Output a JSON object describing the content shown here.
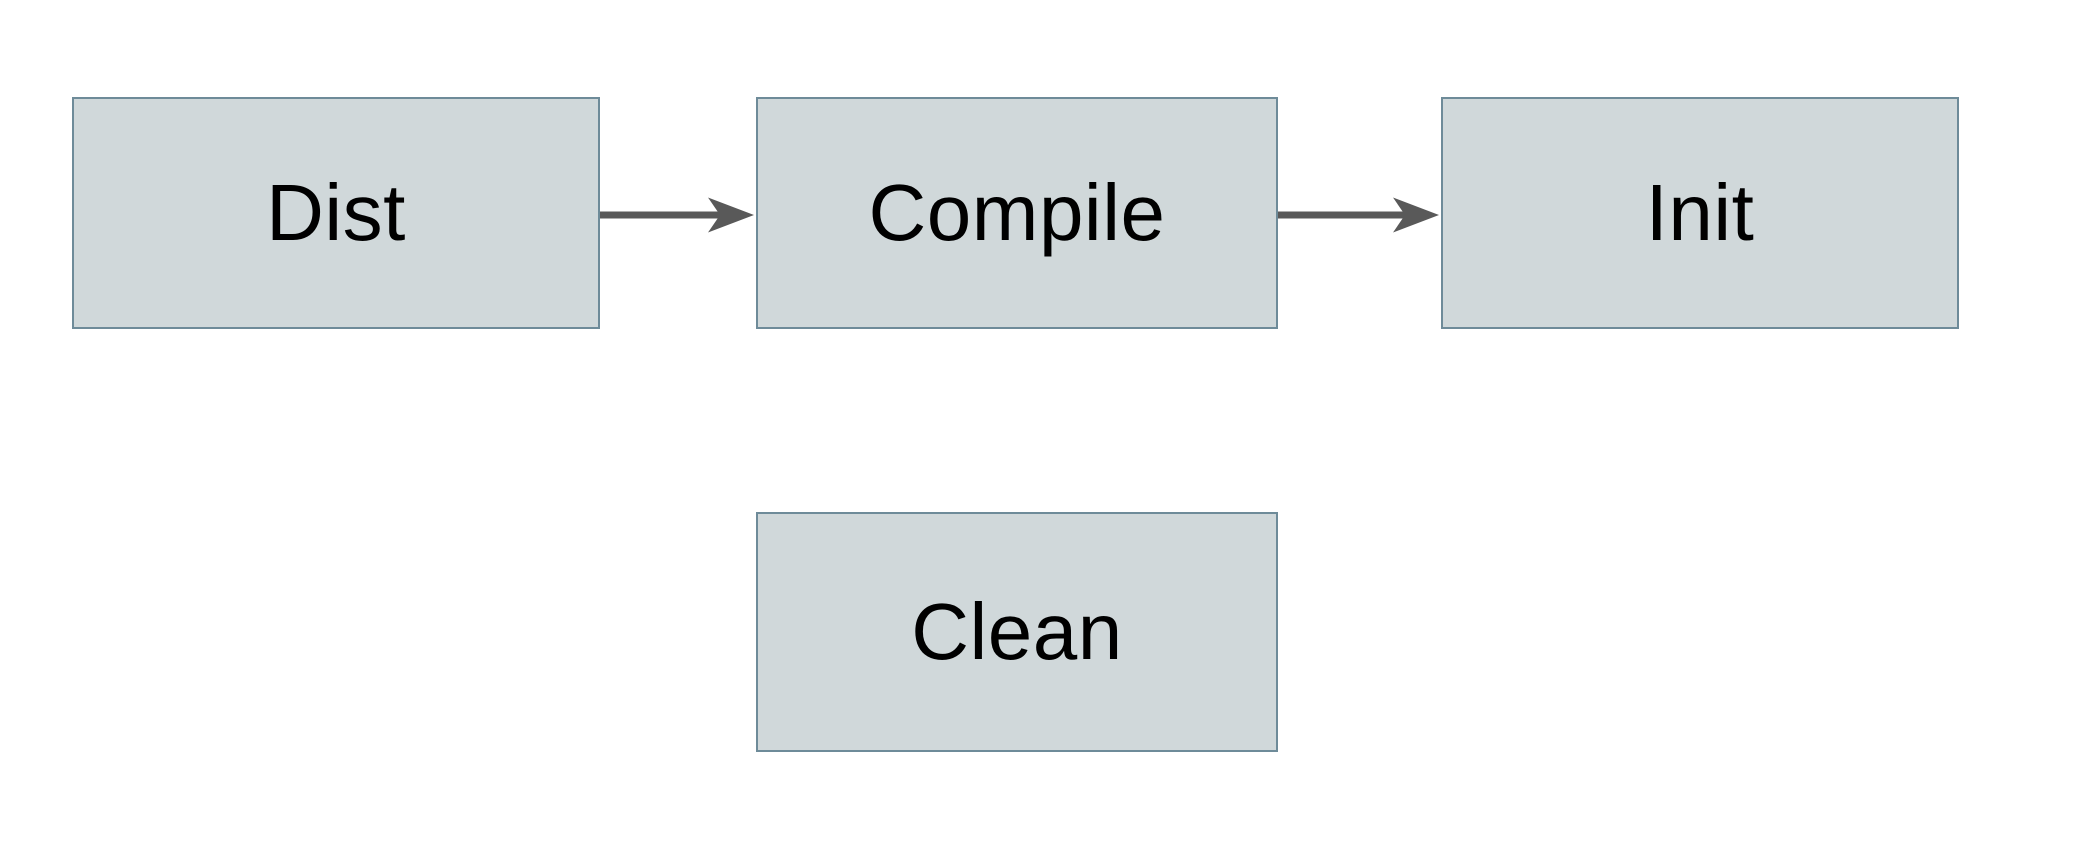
{
  "diagram": {
    "nodes": [
      {
        "id": "dist",
        "label": "Dist"
      },
      {
        "id": "compile",
        "label": "Compile"
      },
      {
        "id": "init",
        "label": "Init"
      },
      {
        "id": "clean",
        "label": "Clean"
      }
    ],
    "edges": [
      {
        "from": "Dist",
        "to": "Compile",
        "direction": "right"
      },
      {
        "from": "Compile",
        "to": "Init",
        "direction": "right"
      }
    ]
  },
  "colors": {
    "canvas_bg": "#ffffff",
    "node_fill": "#d0d8da",
    "node_border": "#6e8b99",
    "arrow": "#595959",
    "label_text": "#000000"
  }
}
